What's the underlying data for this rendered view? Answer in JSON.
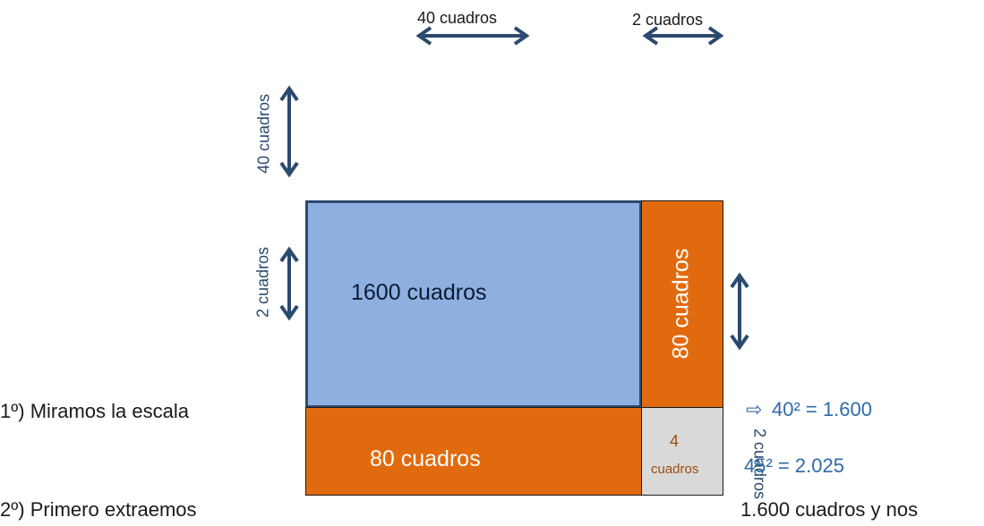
{
  "top_labels": {
    "left": "40 cuadros",
    "right": "2 cuadros"
  },
  "side_labels": {
    "top_left": "40 cuadros",
    "mid_left": "2 cuadros",
    "right_small": "2 cuadros"
  },
  "regions": {
    "big_square": "1600  cuadros",
    "right_strip": "80  cuadros",
    "bottom_strip": "80  cuadros",
    "small_square_num": "4",
    "small_square_word": "cuadros"
  },
  "steps": {
    "step1": "1º) Miramos la escala",
    "step2": "2º) Primero extraemos"
  },
  "formulas": {
    "arrow": "⇨",
    "first": "40² = 1.600",
    "second": "45² = 2.025"
  },
  "trailing_text": "1.600 cuadros y nos",
  "colors": {
    "blue_fill": "#8db0e0",
    "orange_fill": "#e26a0e",
    "gray_fill": "#d9d9d9",
    "navy": "#2b4a6e",
    "brown_text": "#a34a08",
    "formula_blue": "#2f6aa8"
  }
}
